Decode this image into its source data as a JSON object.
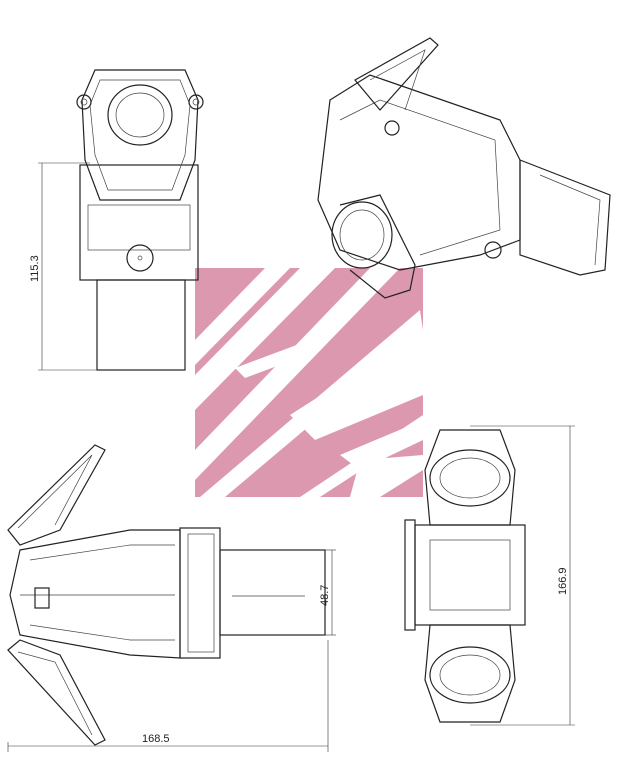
{
  "drawing": {
    "dimensions": {
      "front_height": "115.3",
      "side_length": "168.5",
      "side_diameter": "48.7",
      "bottom_height": "166.9"
    },
    "watermark_color": "#db98ae",
    "line_color": "#222222"
  }
}
